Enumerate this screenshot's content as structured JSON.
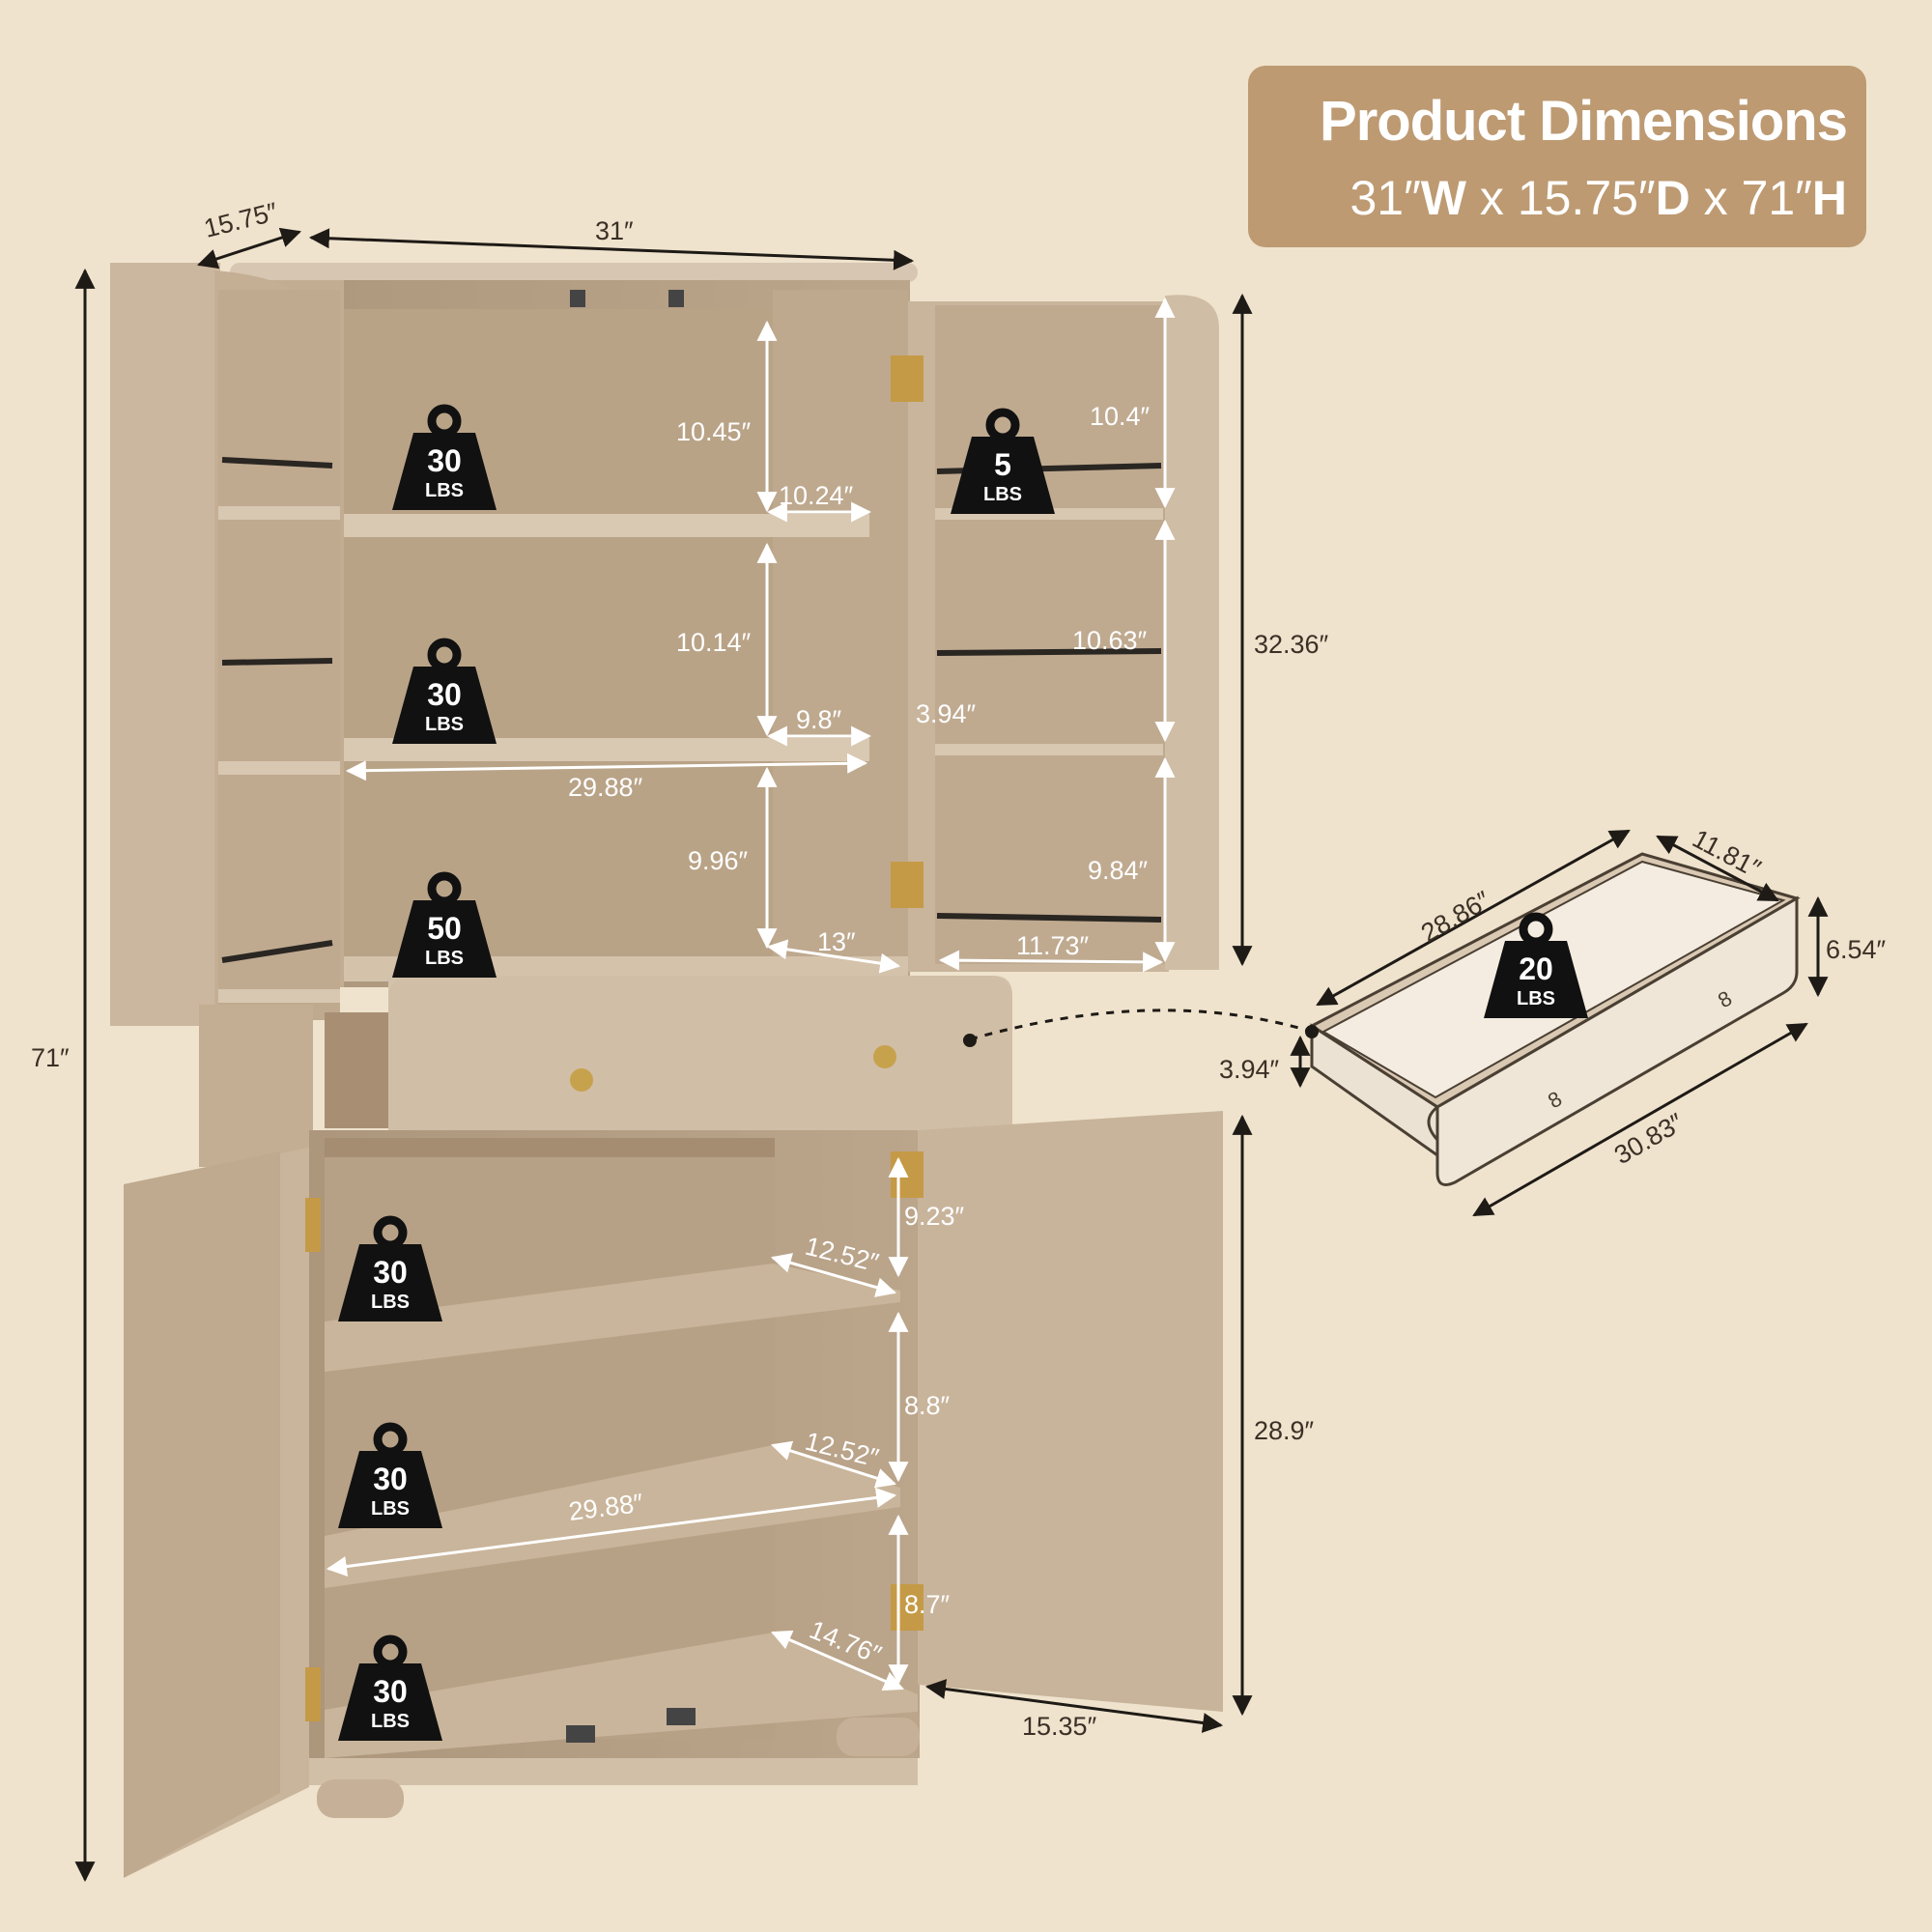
{
  "title": {
    "heading": "Product Dimensions",
    "w_value": "31″",
    "w_unit": "W",
    "d_value": "15.75″",
    "d_unit": "D",
    "h_value": "71″",
    "h_unit": "H",
    "sep": "x"
  },
  "dimensions": {
    "depth_top": "15.75″",
    "width_top": "31″",
    "height_total": "71″",
    "upper_height": "32.36″",
    "lower_height": "28.9″",
    "shelf1_height": "10.45″",
    "shelf1_depth": "10.24″",
    "shelf2_height": "10.14″",
    "shelf2_depth": "9.8″",
    "upper_width": "29.88″",
    "shelf3_height": "9.96″",
    "shelf3_depth": "13″",
    "door_shelf1": "10.4″",
    "door_shelf2": "10.63″",
    "door_rail": "3.94″",
    "door_shelf3": "9.84″",
    "door_width": "11.73″",
    "lower1_height": "9.23″",
    "lower1_depth": "12.52″",
    "lower2_height": "8.8″",
    "lower2_depth": "12.52″",
    "lower_width": "29.88″",
    "lower3_height": "8.7″",
    "lower3_depth": "14.76″",
    "bottom_depth": "15.35″",
    "drawer_inner_width": "28.86″",
    "drawer_inner_depth": "11.81″",
    "drawer_height": "6.54″",
    "drawer_inner_height": "3.94″",
    "drawer_width": "30.83″"
  },
  "weights": {
    "shelf1": "30",
    "shelf2": "30",
    "shelf3": "50",
    "door": "5",
    "lower1": "30",
    "lower2": "30",
    "lower3": "30",
    "drawer": "20",
    "unit": "LBS"
  },
  "colors": {
    "background": "#efe3cd",
    "title_box": "#bd9a72",
    "wood": "#c8b49b",
    "weight_icon": "#111111"
  }
}
